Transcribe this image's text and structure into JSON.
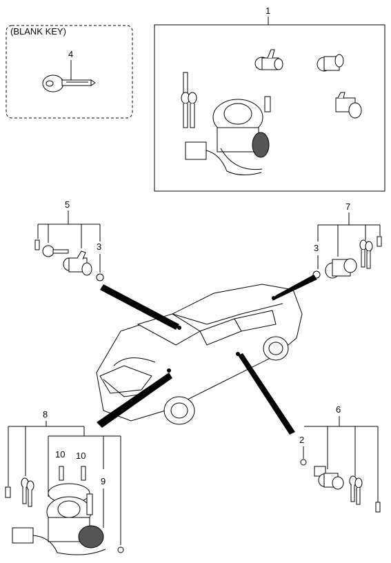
{
  "blank_key_box": {
    "title": "(BLANK KEY)"
  },
  "callouts": {
    "c1": "1",
    "c2": "2",
    "c3_left": "3",
    "c3_right": "3",
    "c4": "4",
    "c5": "5",
    "c6": "6",
    "c7": "7",
    "c8": "8",
    "c9": "9",
    "c10_a": "10",
    "c10_b": "10"
  }
}
